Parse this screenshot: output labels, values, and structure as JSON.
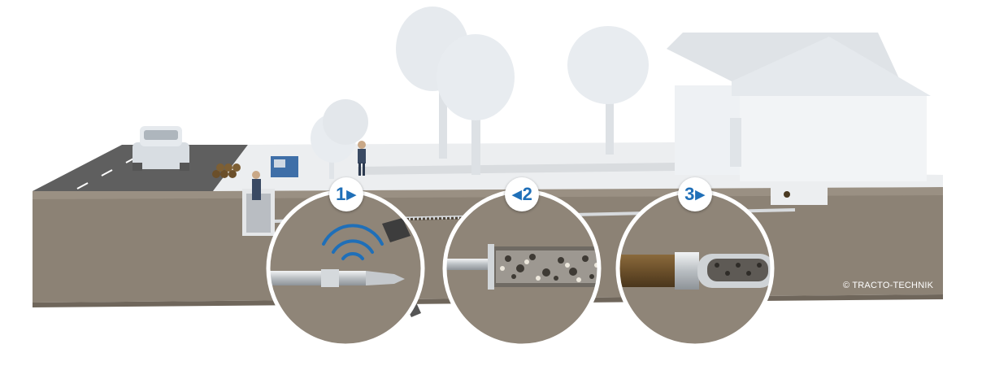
{
  "steps": [
    {
      "number": "1",
      "arrow": "right"
    },
    {
      "number": "2",
      "arrow": "left"
    },
    {
      "number": "3",
      "arrow": "right"
    }
  ],
  "copyright": "© TRACTO-TECHNIK",
  "colors": {
    "soil": "#8c8275",
    "soil_dark": "#776d61",
    "road": "#5f5f5f",
    "ground_top": "#eceef0",
    "house": "#eef1f4",
    "tree": "#e8ecf0",
    "accent_blue": "#1f6fb8",
    "pipe": "#cfd3d6",
    "old_pipe": "#6b4f2a"
  }
}
